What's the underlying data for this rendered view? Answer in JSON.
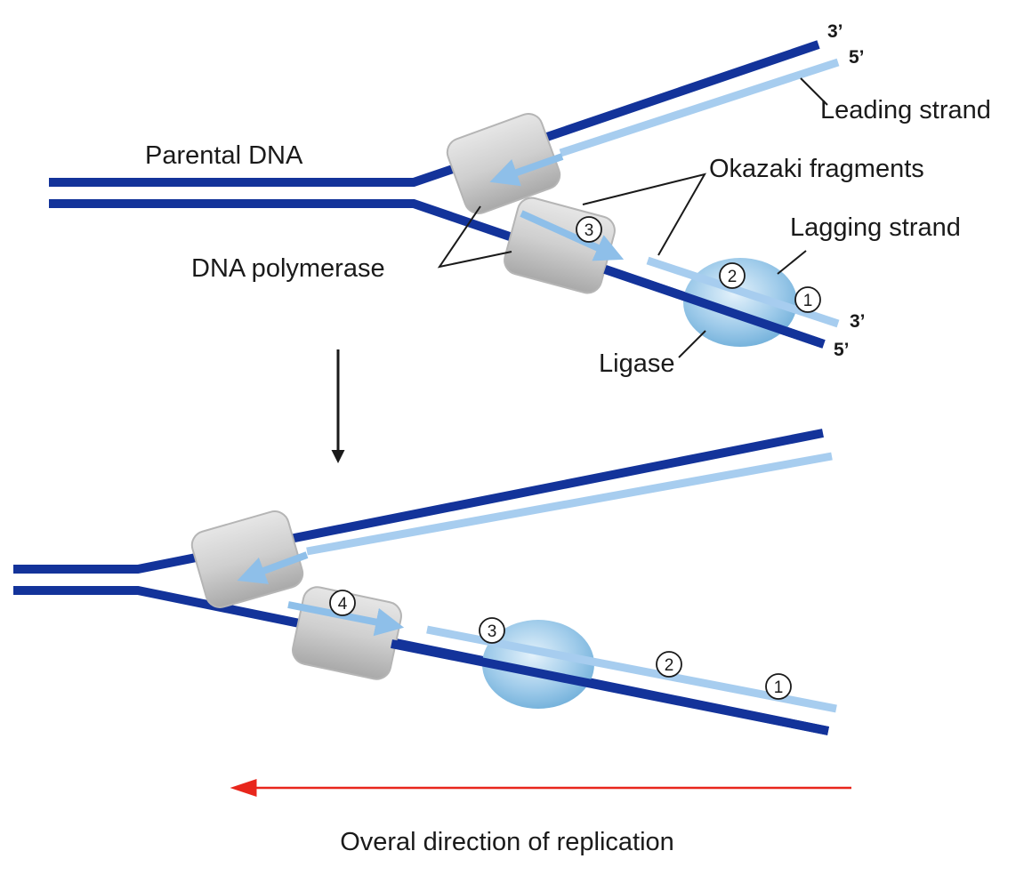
{
  "labels": {
    "parental_dna": "Parental DNA",
    "leading_strand": "Leading strand",
    "okazaki_fragments": "Okazaki fragments",
    "lagging_strand": "Lagging strand",
    "dna_polymerase": "DNA polymerase",
    "ligase": "Ligase",
    "overall_direction": "Overal direction of replication"
  },
  "ends": {
    "top_parent_3": "3’",
    "leading_5": "5’",
    "lagging_3": "3’",
    "bottom_parent_5": "5’"
  },
  "fragment_numbers": {
    "top": [
      "3",
      "2",
      "1"
    ],
    "bottom": [
      "4",
      "3",
      "2",
      "1"
    ]
  },
  "colors": {
    "parental_strand": "#13339a",
    "new_strand": "#a7cdef",
    "polymerase": "#c9c9c9",
    "ligase": "#8fc3e6",
    "direction_arrow": "#e8261c"
  }
}
